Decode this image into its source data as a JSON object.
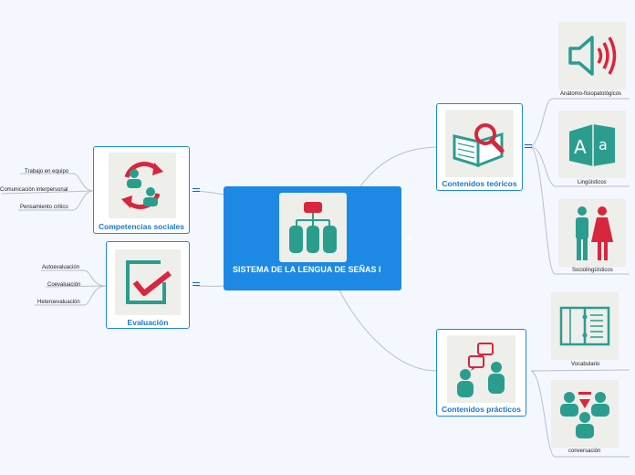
{
  "central": {
    "title": "SISTEMA DE LA LENGUA DE SEÑAS I",
    "icon": "org-chart-icon"
  },
  "topics": {
    "competencias": {
      "label": "Competencias sociales",
      "icon": "people-cycle-icon"
    },
    "evaluacion": {
      "label": "Evaluación",
      "icon": "checkbox-check-icon"
    },
    "teoricos": {
      "label": "Contenidos teóricos",
      "icon": "book-magnifier-icon"
    },
    "practicos": {
      "label": "Contenidos prácticos",
      "icon": "people-talking-icon"
    }
  },
  "subtopics": {
    "competencias": [
      "Trabajo en equipo",
      "Comunicación interpersonal",
      "Pensamiento crítico"
    ],
    "evaluacion": [
      "Autoevaluación",
      "Coevaluación",
      "Heteroevaluación"
    ],
    "teoricos": [
      {
        "label": "Anátomo-fisiopatológicos",
        "icon": "speaker-icon"
      },
      {
        "label": "Lingüísticos",
        "icon": "letters-icon"
      },
      {
        "label": "Sociolingüísticos",
        "icon": "man-woman-icon"
      }
    ],
    "practicos": [
      {
        "label": "Vocabulario",
        "icon": "notebook-icon"
      },
      {
        "label": "conversación",
        "icon": "group-conversation-icon"
      }
    ]
  },
  "colors": {
    "accent": "#1e88e5",
    "icon_red": "#d7263d",
    "icon_teal": "#2a9d8f",
    "background": "#f4f7fd"
  }
}
